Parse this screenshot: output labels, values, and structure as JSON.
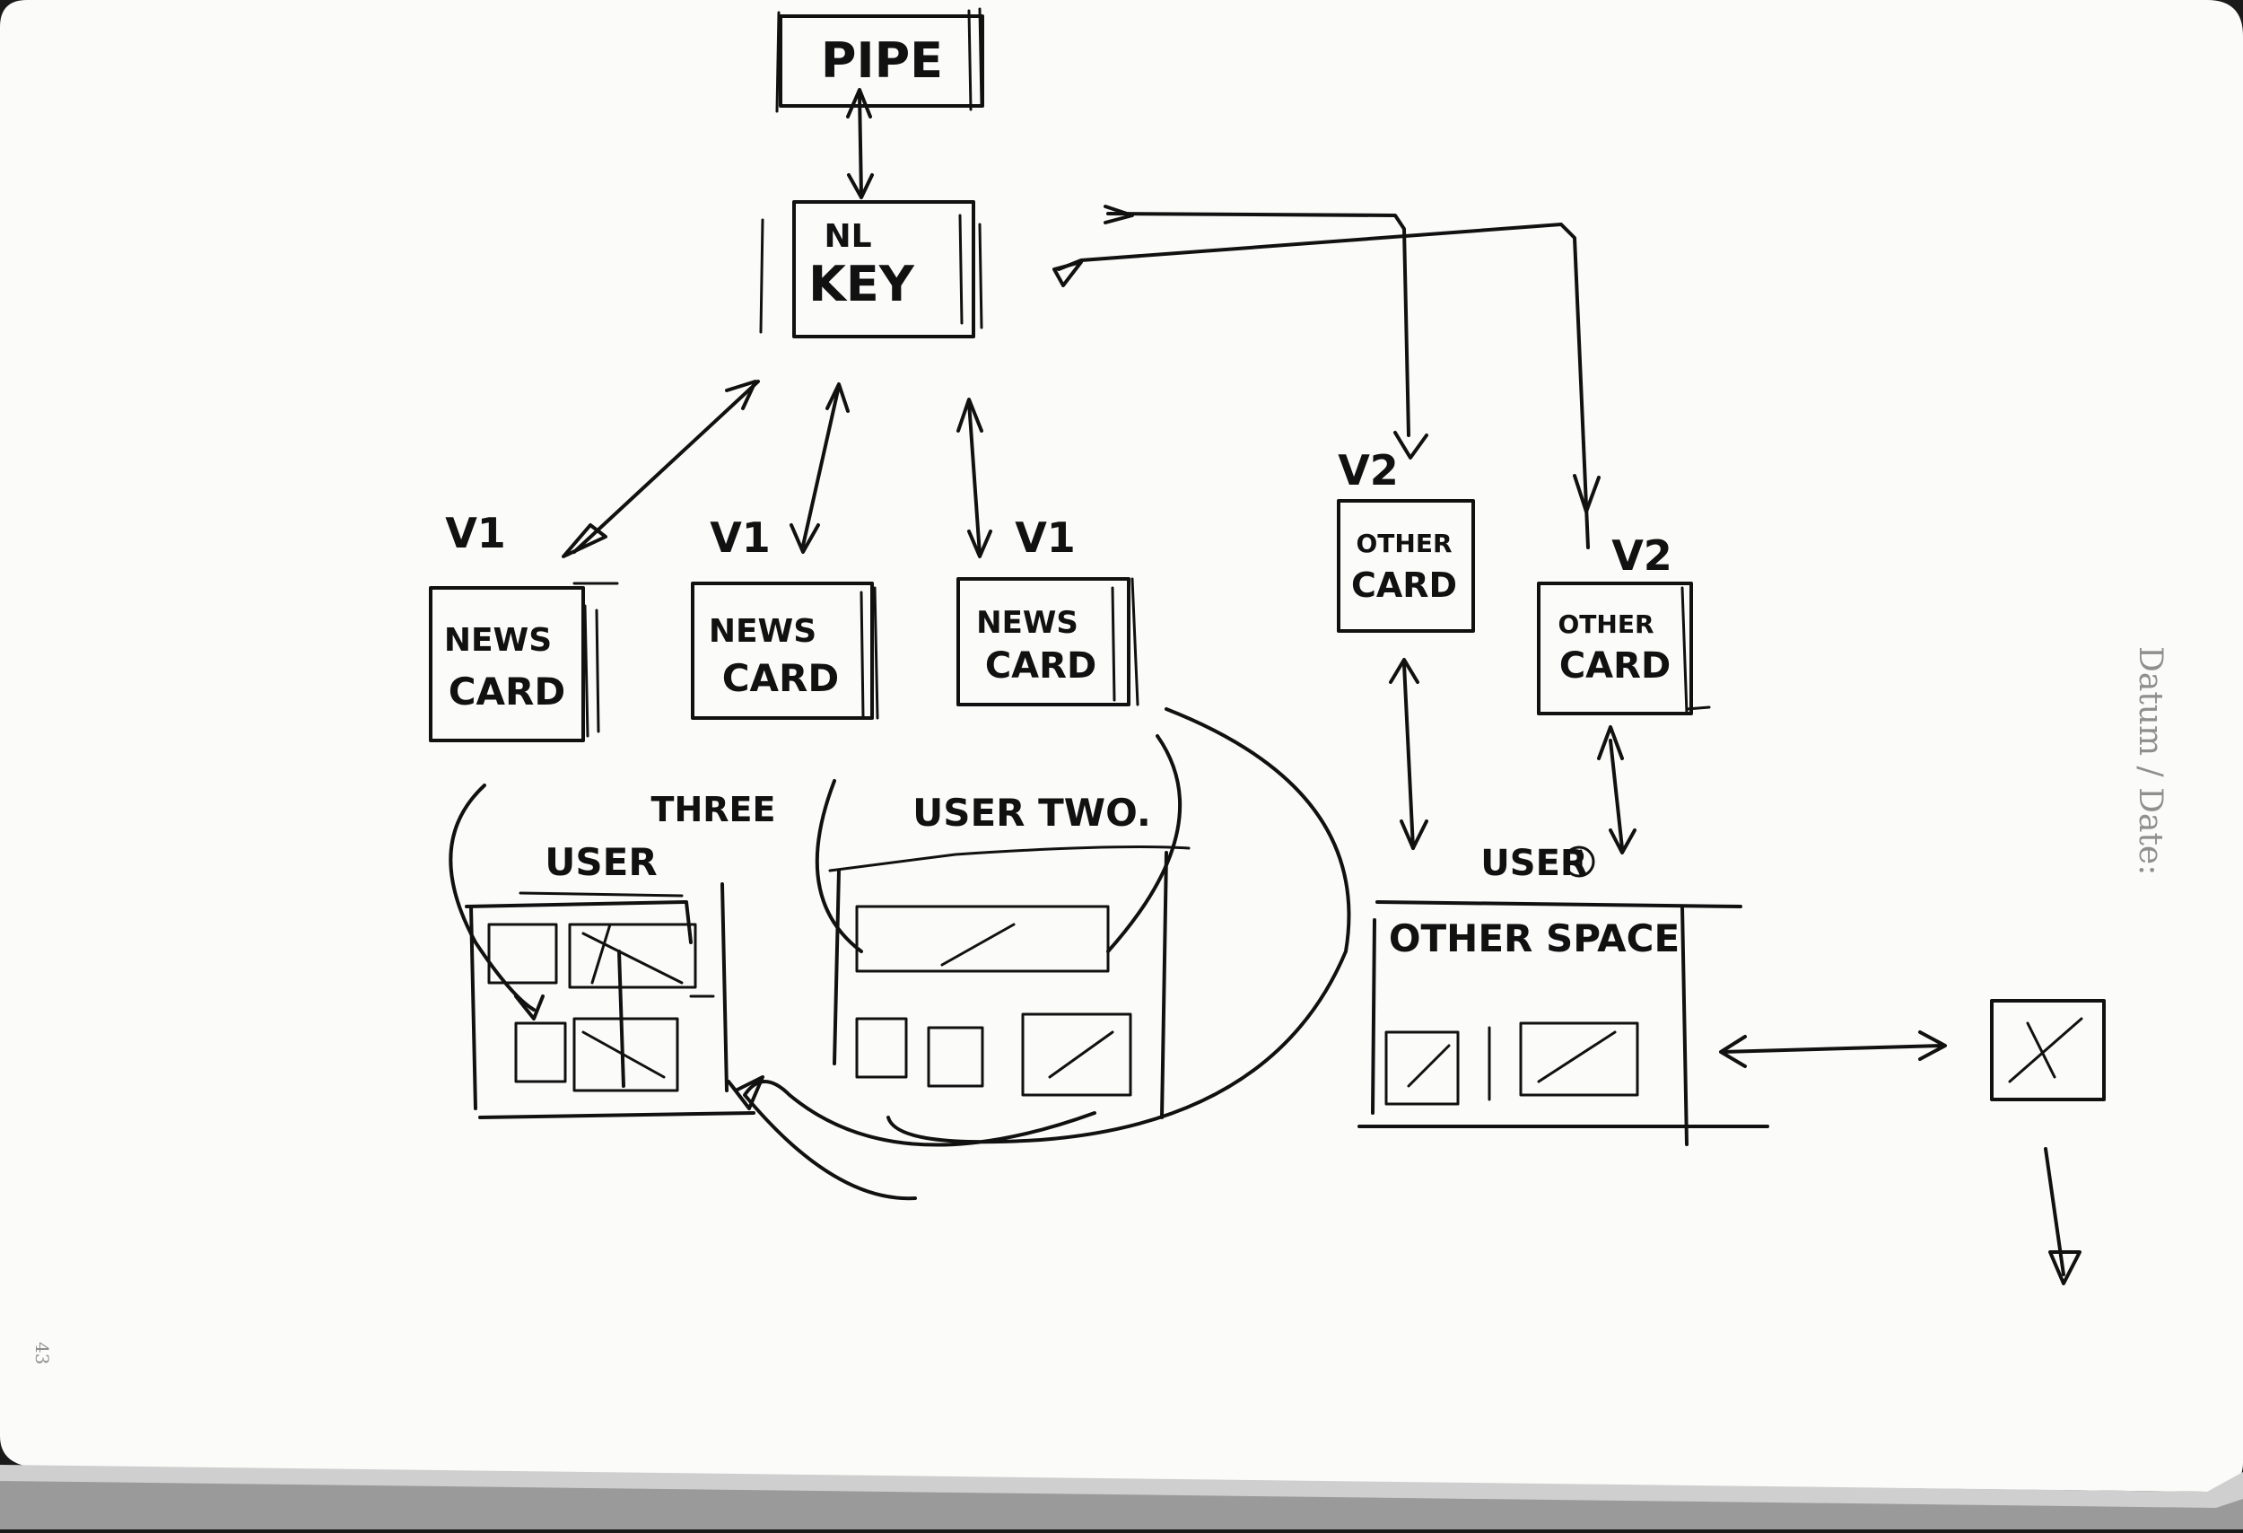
{
  "pipe": "PIPE",
  "nl_key": {
    "line1": "NL",
    "line2": "KEY"
  },
  "version_labels": {
    "v1": "V1",
    "v2": "V2"
  },
  "news_card": {
    "line1": "NEWS",
    "line2": "CARD"
  },
  "other_card": {
    "line1": "OTHER",
    "line2": "CARD"
  },
  "user_three": {
    "line1": "THREE",
    "line2": "USER"
  },
  "user_two": "USER TWO.",
  "user_one": "USER",
  "other_space": "OTHER SPACE",
  "page_meta": {
    "date_label": "Datum / Date:",
    "page_number": "43"
  }
}
